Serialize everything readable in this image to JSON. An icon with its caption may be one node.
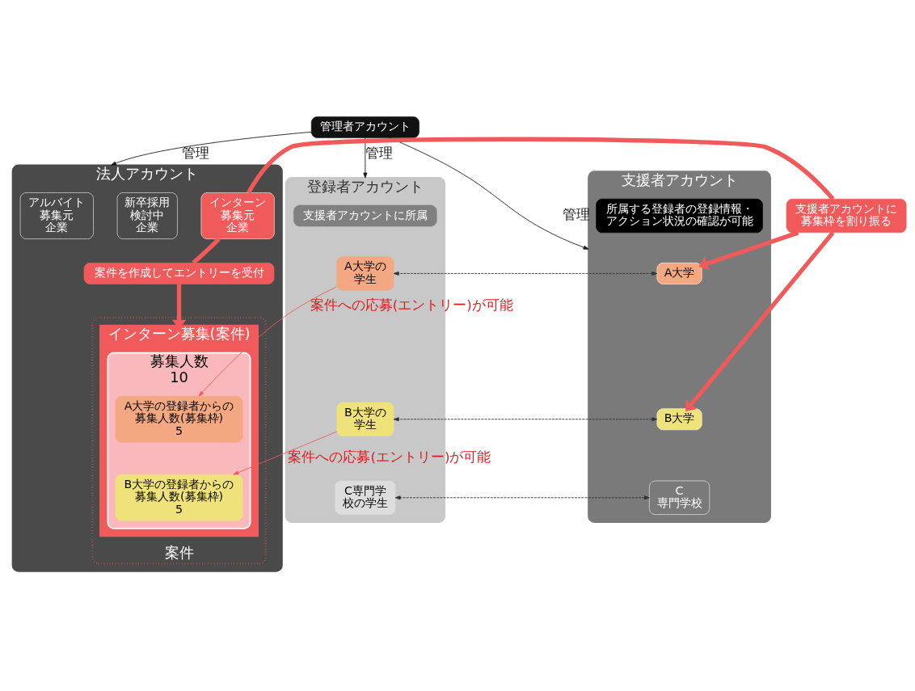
{
  "diagram": {
    "nodes": [
      {
        "text": [
          "管理者アカウント"
        ]
      },
      {
        "text": [
          "法人アカウント"
        ]
      },
      {
        "text": [
          "アルバイト募集元企業"
        ],
        "in": 1
      },
      {
        "text": [
          "新卒採用検討中企業"
        ],
        "in": 1
      },
      {
        "text": [
          "インターン募集元企業"
        ],
        "in": 1
      },
      {
        "text": [
          "案件を作成してエントリーを受付"
        ],
        "in": 1
      },
      {
        "text": [
          "案件"
        ],
        "in": 1
      },
      {
        "text": [
          "インターン募集(案件)"
        ],
        "in": 6
      },
      {
        "text": [
          "募集人数",
          "10"
        ],
        "in": 7
      },
      {
        "text": [
          "A大学の登録者からの募集人数(募集枠)",
          "5"
        ],
        "in": 8
      },
      {
        "text": [
          "B大学の登録者からの募集人数(募集枠)",
          "5"
        ],
        "in": 8
      },
      {
        "text": [
          "支援者アカウント"
        ]
      },
      {
        "text": [
          "A大学"
        ],
        "in": 11
      },
      {
        "text": [
          "B大学"
        ],
        "in": 11
      },
      {
        "text": [
          "C専門学校"
        ],
        "in": 11
      },
      {
        "text": [
          "所属する登録者の登録情報・アクション状況の確認が可能"
        ],
        "in": 11
      },
      {
        "text": [
          "登録者アカウント"
        ]
      },
      {
        "text": [
          "支援者アカウントに所属"
        ],
        "in": 16
      },
      {
        "text": [
          "A大学の学生"
        ],
        "in": 16
      },
      {
        "text": [
          "B大学の学生"
        ],
        "in": 16
      },
      {
        "text": [
          "C専門学校の学生"
        ],
        "in": 16
      },
      {
        "text": [
          "支援者アカウントに募集枠を割り振る"
        ]
      }
    ],
    "edges": [
      {
        "from": 0,
        "to": 1,
        "arrow": "to",
        "label": "管理",
        "color": "#1a1a1a"
      },
      {
        "from": 0,
        "to": 11,
        "arrow": "to",
        "label": "管理",
        "color": "#1a1a1a"
      },
      {
        "from": 0,
        "to": 16,
        "arrow": "to",
        "label": "管理",
        "color": "#1a1a1a"
      },
      {
        "from": 4,
        "to": 21,
        "arrow": "none",
        "style": "thick"
      },
      {
        "from": 21,
        "to": 12,
        "arrow": "to",
        "style": "thick"
      },
      {
        "from": 21,
        "to": 13,
        "arrow": "to",
        "style": "thick"
      },
      {
        "from": 4,
        "to": 5,
        "arrow": "none",
        "style": "thick"
      },
      {
        "from": 5,
        "to": 7,
        "arrow": "to",
        "style": "thick"
      },
      {
        "from": 12,
        "to": 18,
        "arrow": "both",
        "style": "dashed",
        "color": "#333333"
      },
      {
        "from": 13,
        "to": 19,
        "arrow": "both",
        "style": "dashed",
        "color": "#333333"
      },
      {
        "from": 14,
        "to": 20,
        "arrow": "both",
        "style": "dashed",
        "color": "#333333"
      },
      {
        "from": 18,
        "to": 9,
        "arrow": "to",
        "label": "案件への応募(エントリー)が可能"
      },
      {
        "from": 19,
        "to": 10,
        "arrow": "to",
        "label": "案件への応募(エントリー)が可能"
      }
    ]
  }
}
